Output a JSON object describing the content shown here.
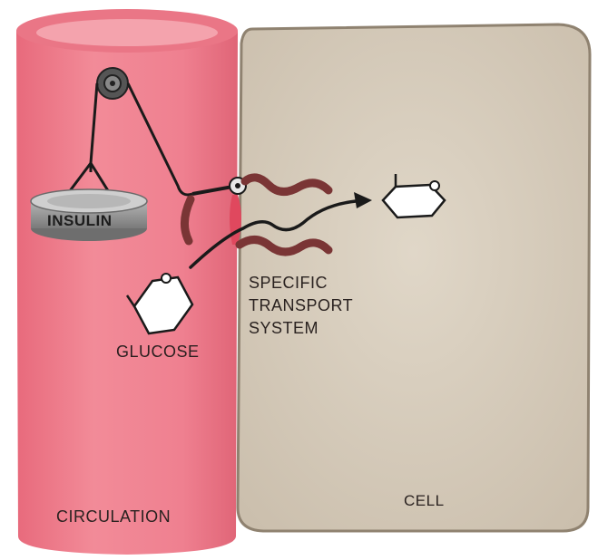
{
  "labels": {
    "insulin": "INSULIN",
    "glucose": "GLUCOSE",
    "circulation": "CIRCULATION",
    "cell": "CELL",
    "transport": [
      "SPECIFIC",
      "TRANSPORT",
      "SYSTEM"
    ]
  },
  "colors": {
    "vessel": "#f07e8c",
    "vessel_dark": "#d8586a",
    "vessel_lumen": "#f4a3ad",
    "cell": "#d9cfbf",
    "cell_border": "#8f8270",
    "line": "#1a1a1a",
    "weight": "#8c8c8c"
  }
}
